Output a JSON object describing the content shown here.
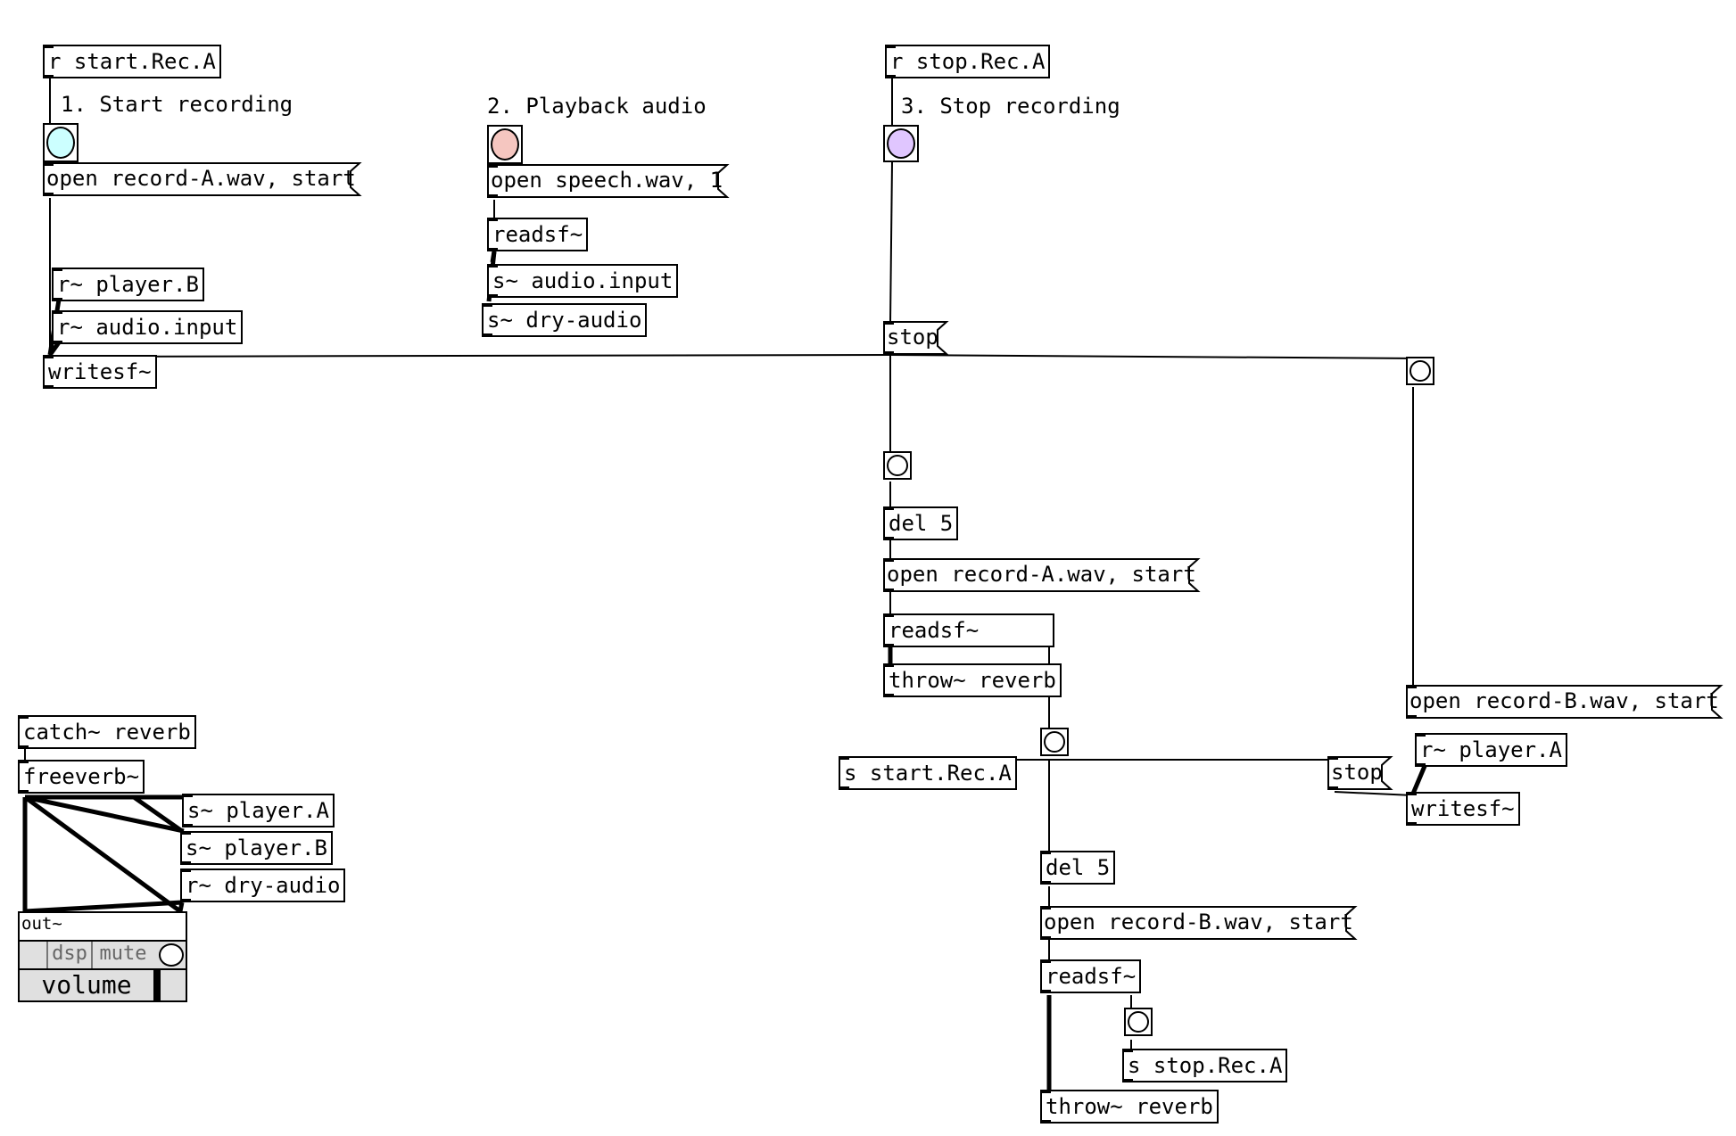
{
  "objects": [
    {
      "id": "r-start-rec-a",
      "label": "r start.Rec.A"
    },
    {
      "id": "r-player-b",
      "label": "r~ player.B"
    },
    {
      "id": "r-audio-input",
      "label": "r~ audio.input"
    },
    {
      "id": "writesf-a",
      "label": "writesf~"
    },
    {
      "id": "readsf-play",
      "label": "readsf~"
    },
    {
      "id": "s-audio-input",
      "label": "s~ audio.input"
    },
    {
      "id": "s-dry-audio",
      "label": "s~ dry-audio"
    },
    {
      "id": "r-stop-rec-a",
      "label": "r stop.Rec.A"
    },
    {
      "id": "del-5-a",
      "label": "del 5"
    },
    {
      "id": "readsf-a",
      "label": "readsf~"
    },
    {
      "id": "throw-reverb-a",
      "label": "throw~ reverb"
    },
    {
      "id": "s-start-rec-a",
      "label": "s start.Rec.A"
    },
    {
      "id": "r-player-a",
      "label": "r~ player.A"
    },
    {
      "id": "writesf-b",
      "label": "writesf~"
    },
    {
      "id": "del-5-b",
      "label": "del 5"
    },
    {
      "id": "readsf-b",
      "label": "readsf~"
    },
    {
      "id": "s-stop-rec-a",
      "label": "s stop.Rec.A"
    },
    {
      "id": "throw-reverb-b",
      "label": "throw~ reverb"
    },
    {
      "id": "catch-reverb",
      "label": "catch~ reverb"
    },
    {
      "id": "freeverb",
      "label": "freeverb~"
    },
    {
      "id": "s-player-a",
      "label": "s~ player.A"
    },
    {
      "id": "s-player-b",
      "label": "s~ player.B"
    },
    {
      "id": "r-dry-audio",
      "label": "r~ dry-audio"
    }
  ],
  "messages": [
    {
      "id": "msg-open-record-a-1",
      "label": "open record-A.wav, start"
    },
    {
      "id": "msg-open-speech",
      "label": "open speech.wav, 1"
    },
    {
      "id": "msg-stop-1",
      "label": "stop"
    },
    {
      "id": "msg-open-record-a-2",
      "label": "open record-A.wav, start"
    },
    {
      "id": "msg-open-record-b-1",
      "label": "open record-B.wav, start"
    },
    {
      "id": "msg-stop-2",
      "label": "stop"
    },
    {
      "id": "msg-open-record-b-2",
      "label": "open record-B.wav, start"
    }
  ],
  "comments": [
    {
      "id": "comment-start",
      "label": "1. Start recording"
    },
    {
      "id": "comment-playback",
      "label": "2. Playback audio"
    },
    {
      "id": "comment-stop",
      "label": "3. Stop recording"
    }
  ],
  "bangs": [
    {
      "id": "bang-start",
      "fill": "#ccffff"
    },
    {
      "id": "bang-play",
      "fill": "#f5c6c0"
    },
    {
      "id": "bang-stop",
      "fill": "#e0c6ff"
    },
    {
      "id": "bang-right",
      "fill": "#ffffff"
    },
    {
      "id": "bang-mid",
      "fill": "#ffffff"
    },
    {
      "id": "bang-center",
      "fill": "#ffffff"
    },
    {
      "id": "bang-lower",
      "fill": "#ffffff"
    }
  ],
  "out_module": {
    "title": "out~",
    "dsp": "dsp",
    "mute": "mute",
    "volume": "volume"
  }
}
